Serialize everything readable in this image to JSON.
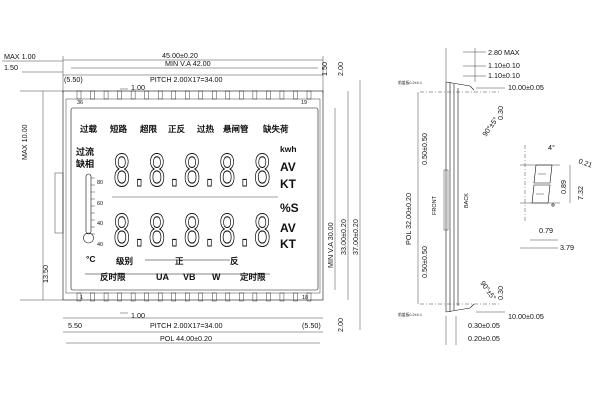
{
  "front_view": {
    "dimensions": {
      "max_thickness_left": "MAX 1.00",
      "offset_left": "1.50",
      "overall_width": "45.00±0.20",
      "viewing_area": "MIN V.A 42.00",
      "top_offset": "(5.50)",
      "pin_pitch_top": "PITCH 2.00X17=34.00",
      "pin_width_top": "1.00",
      "right_2_top": "2.00",
      "right_1_50": "1.50",
      "max_height": "MAX 10.00",
      "height_13_50": "13.50",
      "bottom_left_offset": "5.50",
      "bottom_pin_width": "1.00",
      "pin_pitch_bottom": "PITCH 2.00X17=34.00",
      "bottom_right_offset": "(5.50)",
      "pol_width": "POL 44.00±0.20",
      "right_2_bottom": "2.00",
      "va_height": "MIN V.A 30.00",
      "height_33": "33.00±0.20",
      "height_37": "37.00±0.20"
    },
    "pins": {
      "top_left": "36",
      "top_right": "19",
      "bottom_left": "1",
      "bottom_right": "18"
    },
    "lcd_icons": {
      "top_row": [
        "过载",
        "短路",
        "超限",
        "正反",
        "过热",
        "悬闸管",
        "缺失荷"
      ],
      "left_label_1": "过流",
      "left_label_2": "缺相",
      "temp_scale": [
        "80",
        "60",
        "40",
        "40"
      ],
      "units_right": [
        "kwh",
        "AV",
        "KT",
        "%S",
        "AV",
        "KT"
      ],
      "bottom_row_labels": [
        "级别",
        "正",
        "反"
      ],
      "bottom_row_labels_2": [
        "反时限",
        "UA",
        "VB",
        "W",
        "定时限"
      ],
      "digit_rows": [
        "8.8.8.8.8",
        "8.8.8.8.8"
      ]
    }
  },
  "side_view": {
    "dimensions": {
      "max_thickness": "2.80 MAX",
      "thickness_1": "1.10±0.10",
      "thickness_2": "1.10±0.10",
      "pin_width": "10.00±0.05",
      "pin_pitch_1": "0.30",
      "angle_top": "90°±5°",
      "offset_1": "0.50±0.50",
      "pol": "POL 32.00±0.20",
      "offset_2": "0.50±0.50",
      "angle_bottom": "90°±5°",
      "pin_pitch_2": "0.30",
      "pin_width_2": "10.00±0.05",
      "bottom_thickness_1": "0.30±0.05",
      "bottom_thickness_2": "0.20±0.05",
      "label_top": "前盖板0.2±0.1",
      "label_bottom": "前盖板0.2±0.1",
      "front": "FRONT",
      "back": "BACK"
    }
  },
  "segment_detail": {
    "angle": "4°",
    "dim_1": "0.21",
    "dim_2": "0.89",
    "dim_3": "7.32",
    "dim_4": "0.79",
    "dim_5": "3.79"
  }
}
